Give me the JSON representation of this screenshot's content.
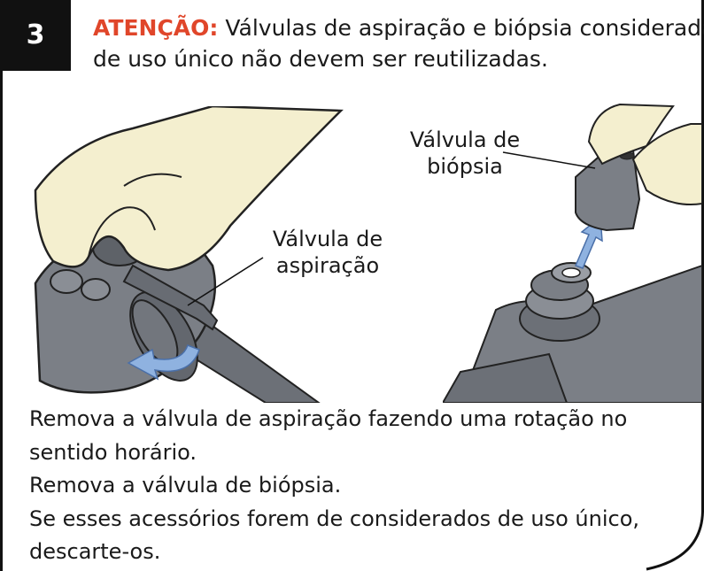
{
  "step": {
    "number": "3"
  },
  "warning": {
    "label": "ATENÇÃO:",
    "line1": "Válvulas de aspiração e biópsia consideradas",
    "line2": "de uso único não devem ser reutilizadas."
  },
  "callouts": {
    "suction_line1": "Válvula de",
    "suction_line2": "aspiração",
    "biopsy_line1": "Válvula de",
    "biopsy_line2": "biópsia"
  },
  "instructions": {
    "line1": "Remova a válvula de aspiração fazendo uma rotação no",
    "line2": "sentido horário.",
    "line3": "Remova a válvula de biópsia.",
    "line4": "Se esses acessórios forem de considerados de uso único,",
    "line5": "descarte-os."
  },
  "colors": {
    "accent": "#e0462a",
    "badge": "#111111",
    "device_gray": "#7b7f86",
    "device_dark": "#555960",
    "glove": "#f4efcf",
    "arrow": "#8fb2e0"
  }
}
